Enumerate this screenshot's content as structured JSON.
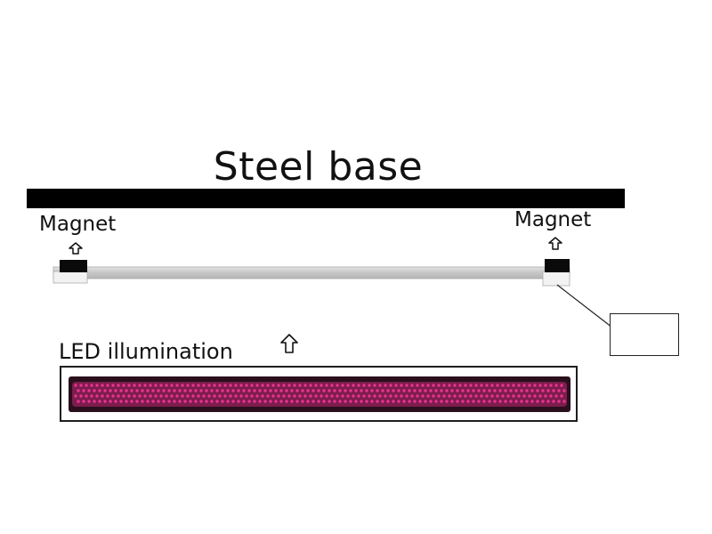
{
  "diagram": {
    "title": "Steel base",
    "magnet_left": "Magnet",
    "magnet_right": "Magnet",
    "led_label": "LED illumination",
    "callout_text": ""
  },
  "icons": {
    "magnet_left_arrow": "up-arrow-icon",
    "magnet_right_arrow": "up-arrow-icon",
    "led_arrow": "up-arrow-icon"
  },
  "colors": {
    "steel": "#000000",
    "rail": "#c9c9c9",
    "magnet": "#0a0a0a",
    "led_pink": "#e8338f",
    "led_white": "#f6e6ff",
    "led_background": "#2a0f1c"
  }
}
